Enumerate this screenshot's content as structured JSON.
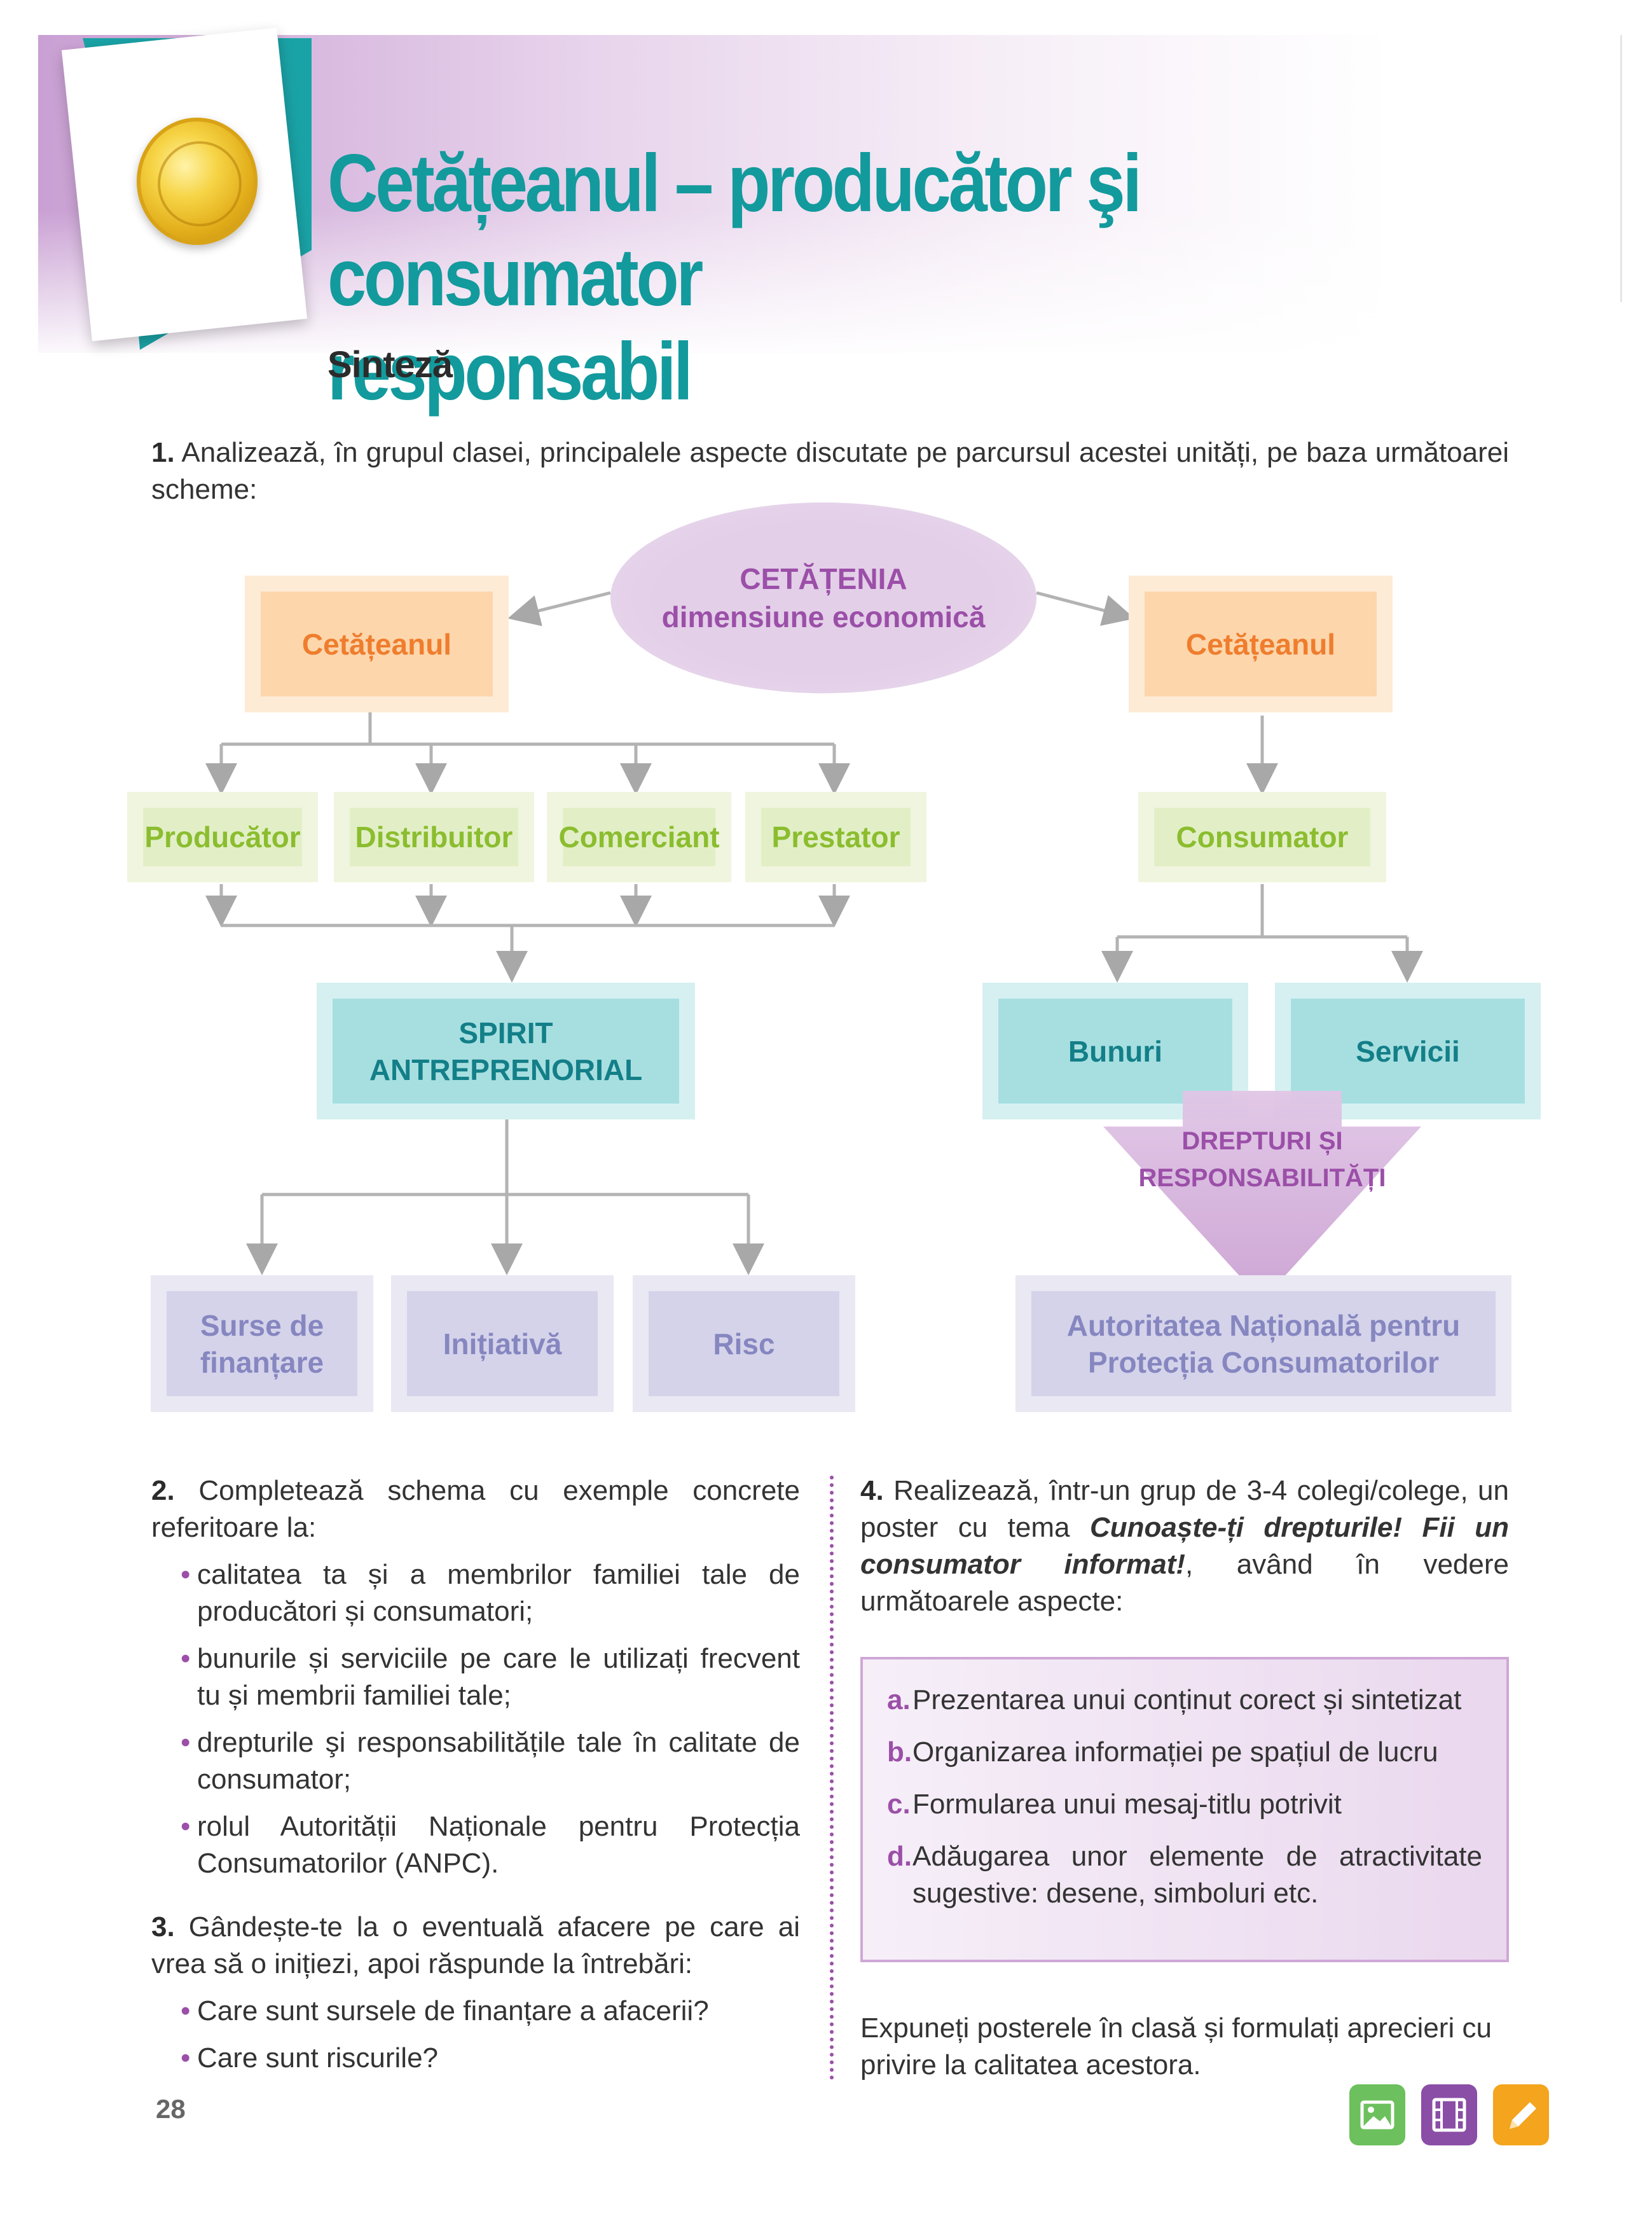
{
  "header": {
    "title_line1": "Cetățeanul – producător şi consumator",
    "title_line2": "responsabil",
    "subtitle": "Sinteză"
  },
  "q1": {
    "number": "1.",
    "text": "Analizează, în grupul clasei, principalele aspecte discutate pe parcursul acestei unități, pe baza următoarei scheme:"
  },
  "diagram": {
    "center_title": "CETĂȚENIA",
    "center_subtitle": "dimensiune economică",
    "left_root": "Cetățeanul",
    "right_root": "Cetățeanul",
    "roles": [
      "Producător",
      "Distribuitor",
      "Comerciant",
      "Prestator"
    ],
    "consumer": "Consumator",
    "spirit_line1": "SPIRIT",
    "spirit_line2": "ANTREPRENORIAL",
    "goods": "Bunuri",
    "services": "Servicii",
    "rights_line1": "DREPTURI ȘI",
    "rights_line2": "RESPONSABILITĂȚI",
    "funding_line1": "Surse de",
    "funding_line2": "finanțare",
    "initiative": "Inițiativă",
    "risk": "Risc",
    "authority_line1": "Autoritatea Națională pentru",
    "authority_line2": "Protecția Consumatorilor"
  },
  "q2": {
    "number": "2.",
    "text": "Completează schema cu exemple concrete referitoare la:",
    "bullets": [
      "calitatea ta și a membrilor familiei tale de producători și consumatori;",
      "bunurile și serviciile pe care le utilizați frecvent tu și membrii familiei tale;",
      "drepturile şi responsabilitățile tale în calitate de consumator;",
      "rolul Autorității Naționale pentru Protecția Consumatorilor (ANPC)."
    ]
  },
  "q3": {
    "number": "3.",
    "text": "Gândește-te la o eventuală afacere pe care ai vrea să o inițiezi, apoi răspunde la întrebări:",
    "bullets": [
      "Care sunt sursele de finanțare a afacerii?",
      "Care sunt riscurile?"
    ]
  },
  "q4": {
    "number": "4.",
    "text_before": "Realizează, într-un grup de 3-4 colegi/colege, un poster cu tema ",
    "emphasis": "Cunoaște-ți drepturile! Fii un consumator informat!",
    "text_after": ", având în vedere următoarele aspecte:",
    "items": [
      {
        "letter": "a.",
        "text": "Prezentarea unui conținut corect și sintetizat"
      },
      {
        "letter": "b.",
        "text": "Organizarea informației pe spațiul de lucru"
      },
      {
        "letter": "c.",
        "text": "Formularea unui mesaj-titlu potrivit"
      },
      {
        "letter": "d.",
        "text": "Adăugarea unor elemente de atractivitate sugestive: desene, simboluri etc."
      }
    ],
    "closing": "Expuneți posterele în clasă și formulați aprecieri cu privire la calitatea acestora."
  },
  "page_number": "28",
  "colors": {
    "teal": "#139a9d",
    "purple": "#9b4fa8",
    "orange": "#ef7d2d",
    "green": "#8bbd2f",
    "lavender_text": "#8686c0"
  },
  "icons": [
    "image-icon",
    "film-icon",
    "pencil-icon"
  ]
}
